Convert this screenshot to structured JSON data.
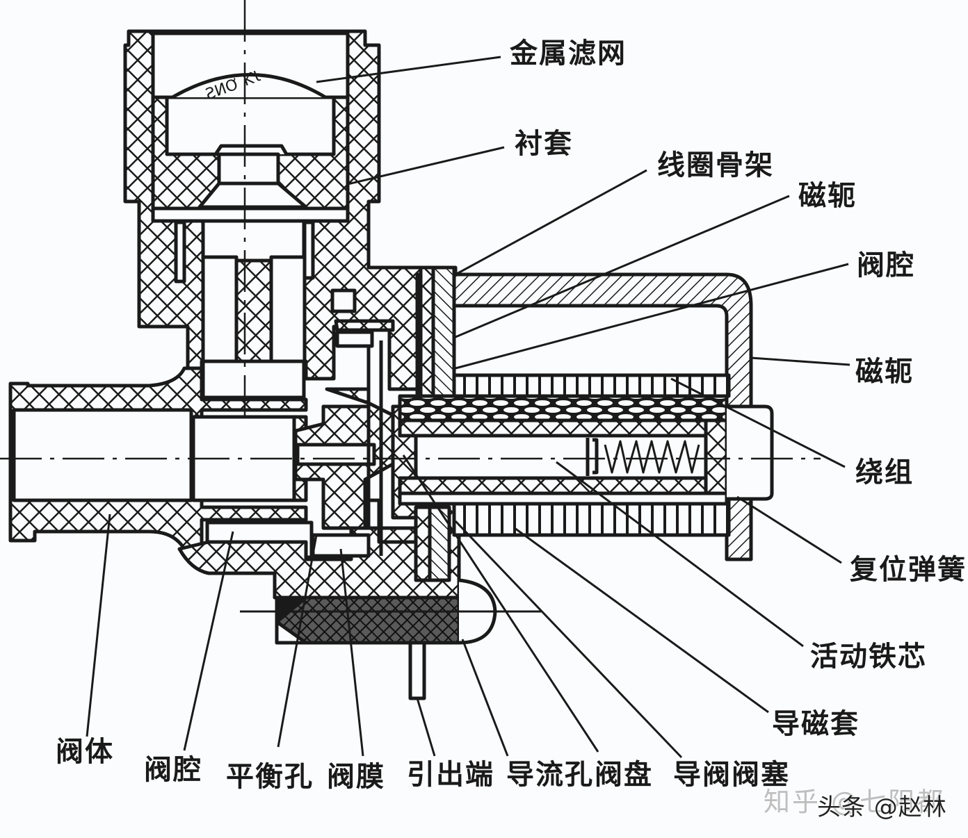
{
  "diagram": {
    "subject": "solenoid valve cross-section",
    "labels": {
      "metal_filter": "金属滤网",
      "liner": "衬套",
      "coil_bobbin": "线圈骨架",
      "yoke_top": "磁轭",
      "valve_cavity_right": "阀腔",
      "yoke_right": "磁轭",
      "winding": "绕组",
      "return_spring": "复位弹簧",
      "moving_core": "活动铁芯",
      "magnetic_sleeve": "导磁套",
      "valve_body": "阀体",
      "valve_cavity_bottom": "阀腔",
      "balance_hole": "平衡孔",
      "diaphragm": "阀膜",
      "lead_terminal": "引出端",
      "guide_hole": "导流孔",
      "valve_disc": "阀盘",
      "pilot_plug": "导阀阀塞"
    },
    "watermarks": {
      "zhihu": "知乎 @七阳都",
      "toutiao": "头条 @赵林"
    },
    "colors": {
      "ink": "#1a1a1a",
      "paper": "#fbfcfd"
    }
  }
}
